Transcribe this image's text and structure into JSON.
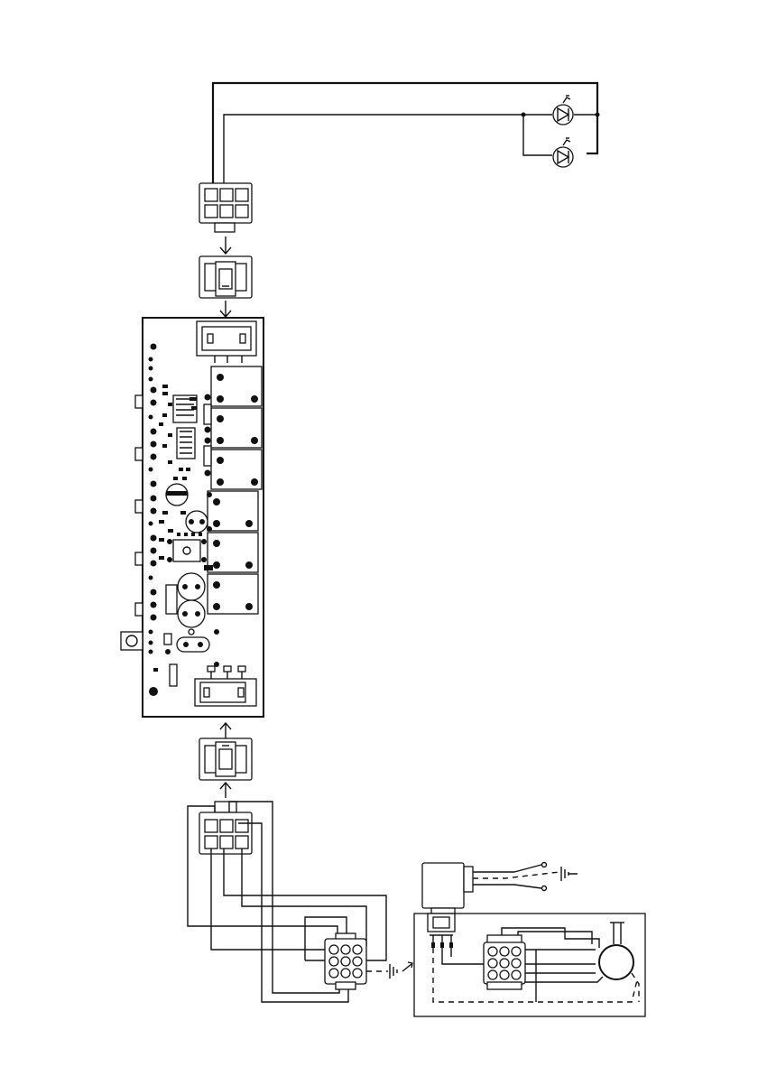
{
  "diagram": {
    "description_visible_text": [],
    "colors": {
      "line": "#111111",
      "background": "#ffffff",
      "trace": "#888888"
    },
    "components": {
      "lamps": {
        "count": 2,
        "icon": "led-lamp-icon"
      },
      "connectors_6pin": {
        "count": 2
      },
      "connector_9pin": {
        "count": 2
      },
      "adapters_2pin": {
        "count": 2
      },
      "pcb_relays": {
        "count": 6
      },
      "motor": {
        "icon": "motor-icon"
      },
      "ground_symbols": {
        "count": 2,
        "icon": "ground-icon"
      },
      "power_plug": {
        "icon": "power-plug-icon"
      }
    }
  }
}
